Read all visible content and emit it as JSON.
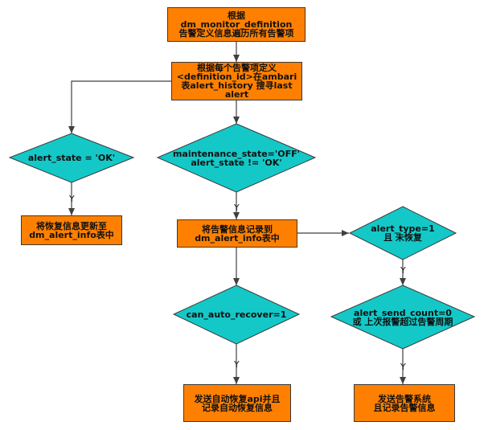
{
  "colors": {
    "process_fill": "#ff8000",
    "decision_fill": "#14c8c8",
    "stroke": "#3a3a3a",
    "line": "#404040"
  },
  "nodes": {
    "start": "根据\ndm_monitor_definition\n告警定义信息遍历所有告警项",
    "lookup": "根据每个告警项定义\n<definition_id>在ambari\n表alert_history 搜寻last\nalert",
    "state_ok": "alert_state = 'OK'",
    "maintenance": "maintenance_state='OFF'\nalert_state != 'OK'",
    "update_info": "将恢复信息更新至\ndm_alert_info表中",
    "record_alert": "将告警信息记录到\ndm_alert_info表中",
    "alert_type": "alert_type=1\n且 未恢复",
    "can_recover": "can_auto_recover=1",
    "send_count": "alert_send_count=0\n或 上次报警超过告警周期",
    "auto_recover_api": "发送自动恢复api并且\n记录自动恢复信息",
    "send_alert": "发送告警系统\n且记录告警信息"
  },
  "edge_labels": {
    "yes": "Y"
  }
}
